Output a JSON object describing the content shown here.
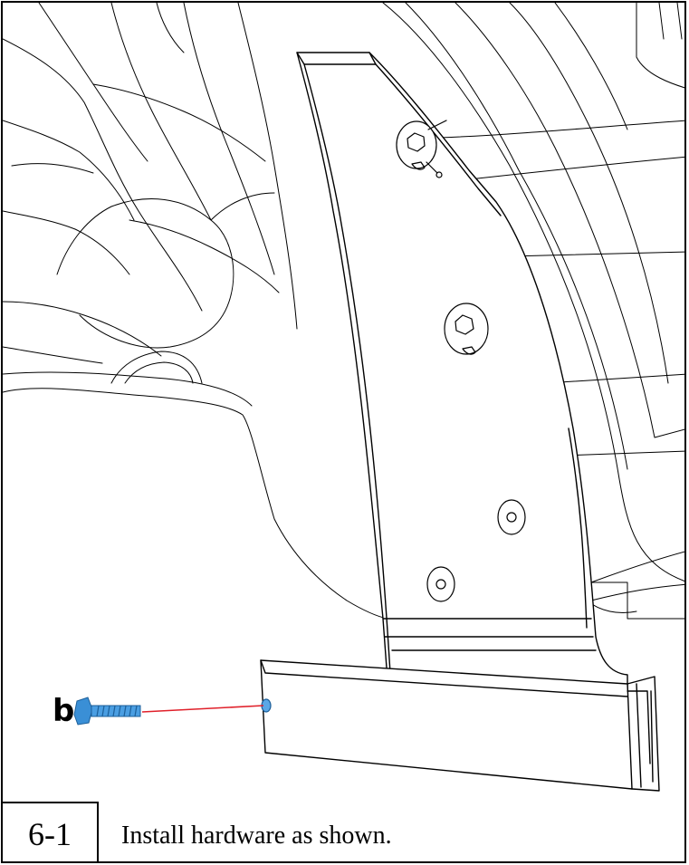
{
  "step": {
    "number": "6-1",
    "instruction": "Install hardware as shown."
  },
  "callouts": [
    {
      "label": "b",
      "part": "bolt"
    }
  ],
  "colors": {
    "line": "#000000",
    "hardware": "#3a8fd6",
    "leader": "#e0202a"
  }
}
